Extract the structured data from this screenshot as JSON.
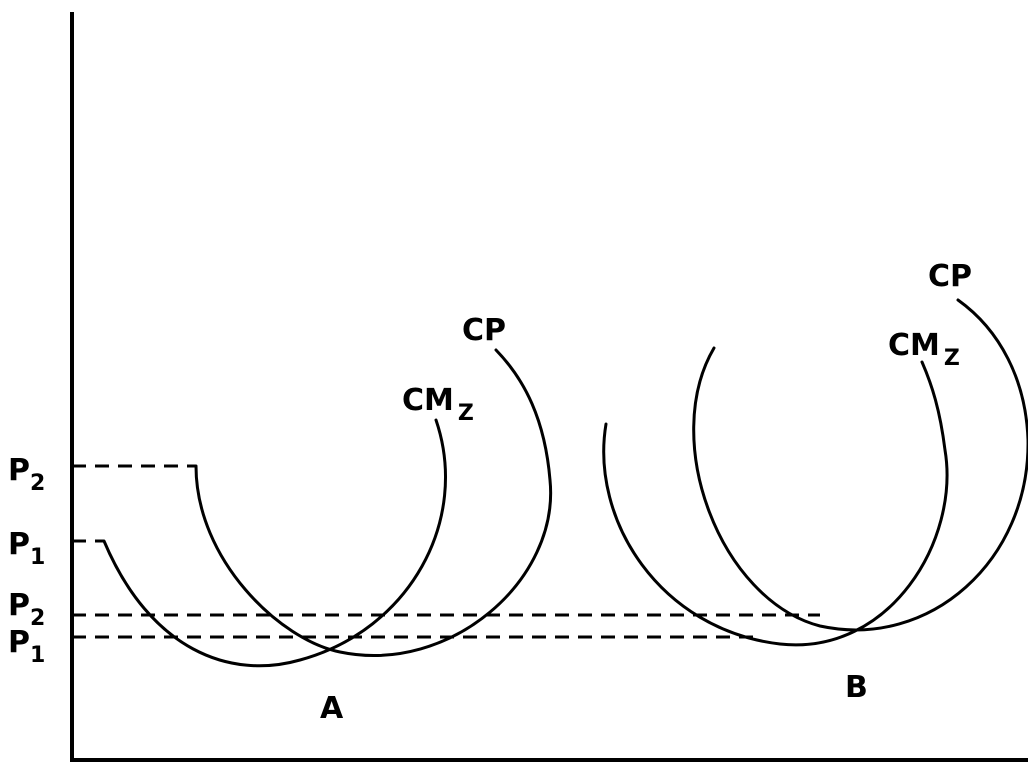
{
  "axis_labels": {
    "p2_upper": {
      "main": "P",
      "sub": "2"
    },
    "p1_upper": {
      "main": "P",
      "sub": "1"
    },
    "p2_lower": {
      "main": "P",
      "sub": "2"
    },
    "p1_lower": {
      "main": "P",
      "sub": "1"
    }
  },
  "panel_a": {
    "label": "A",
    "cp_label": "CP",
    "cmz_label": {
      "main": "CM",
      "sub": "Z"
    }
  },
  "panel_b": {
    "label": "B",
    "cp_label": "CP",
    "cmz_label": {
      "main": "CM",
      "sub": "Z"
    }
  }
}
